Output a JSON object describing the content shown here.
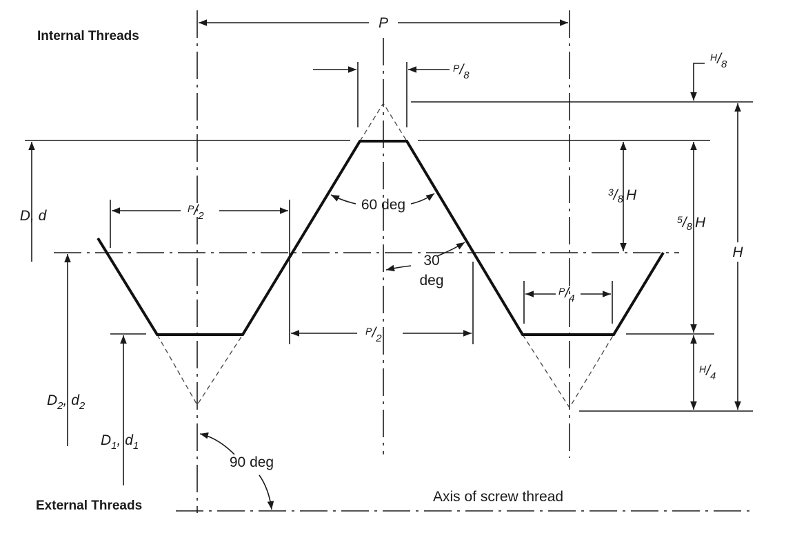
{
  "labels": {
    "internal_threads": "Internal Threads",
    "external_threads": "External Threads",
    "axis_of_screw_thread": "Axis of screw thread",
    "pitch": "P",
    "p_over_8": "P/8",
    "h_over_8": "H/8",
    "three_eighths_h": "3/8 H",
    "five_eighths_h": "5/8 H",
    "h": "H",
    "h_over_4": "H/4",
    "p_over_2_upper": "P/2",
    "p_over_2_lower": "P/2",
    "p_over_4": "P/4",
    "sixty_deg": "60 deg",
    "thirty": "30",
    "thirty_deg": "deg",
    "ninety_deg": "90 deg",
    "major_diameter": "D, d",
    "pitch_diameter": "D2, d2",
    "minor_diameter": "D1, d1"
  },
  "label_parts": {
    "p_over_8": {
      "num": "P",
      "den": "8"
    },
    "h_over_8": {
      "num": "H",
      "den": "8"
    },
    "three_eighths_h": {
      "num": "3",
      "den": "8",
      "var": "H"
    },
    "five_eighths_h": {
      "num": "5",
      "den": "8",
      "var": "H"
    },
    "h_over_4": {
      "num": "H",
      "den": "4"
    },
    "p_over_2_upper": {
      "num": "P",
      "den": "2"
    },
    "p_over_2_lower": {
      "num": "P",
      "den": "2"
    },
    "p_over_4": {
      "num": "P",
      "den": "4"
    },
    "pitch_diameter": {
      "a": "D",
      "a_sub": "2",
      "b": "d",
      "b_sub": "2"
    },
    "minor_diameter": {
      "a": "D",
      "a_sub": "1",
      "b": "d",
      "b_sub": "1"
    }
  }
}
